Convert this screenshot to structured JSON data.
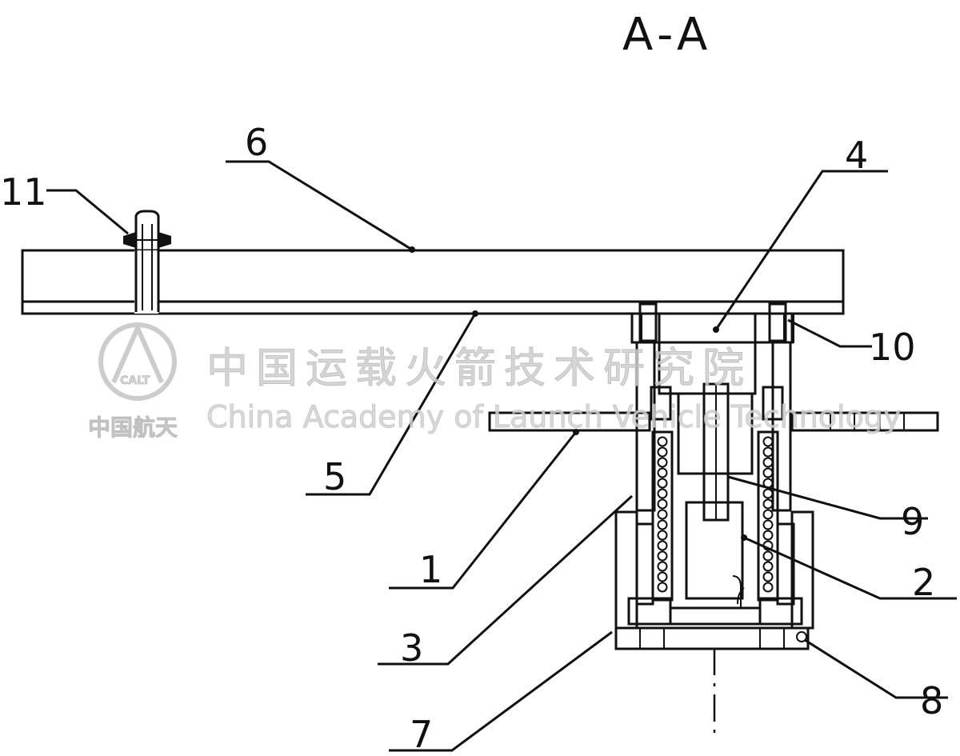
{
  "title": "A-A",
  "part_labels": {
    "p1": "1",
    "p2": "2",
    "p3": "3",
    "p4": "4",
    "p5": "5",
    "p6": "6",
    "p7": "7",
    "p8": "8",
    "p9": "9",
    "p10": "10",
    "p11": "11"
  },
  "watermark": {
    "chinese_name": "中国运载火箭技术研究院",
    "english_name": "China Academy of Launch Vehicle Technology",
    "brand": "中国航天",
    "logo_text": "CALT"
  }
}
